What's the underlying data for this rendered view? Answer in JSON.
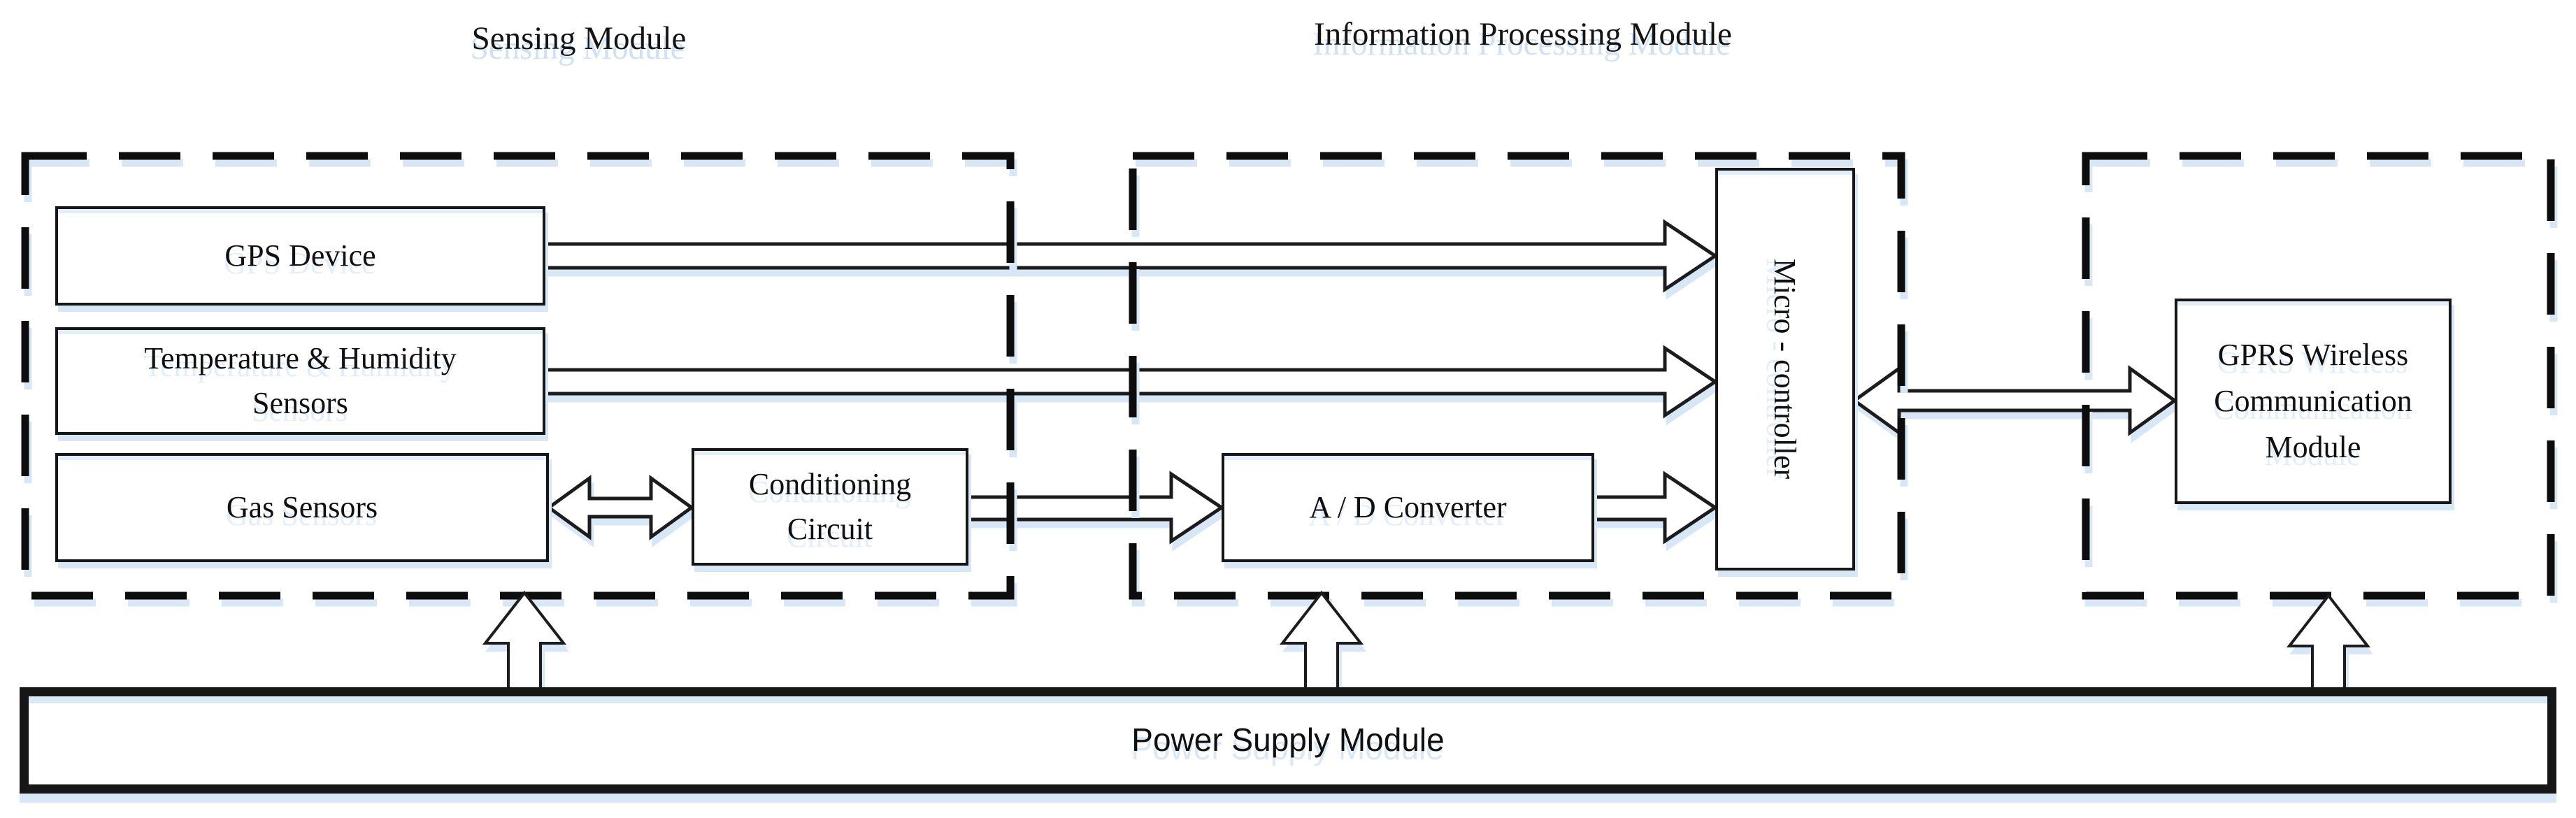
{
  "diagram": {
    "titles": {
      "sensing": "Sensing Module",
      "processing": "Information Processing Module"
    },
    "boxes": {
      "gps": {
        "label": "GPS Device"
      },
      "temp_humidity": {
        "lines": [
          "Temperature & Humidity",
          "Sensors"
        ]
      },
      "gas": {
        "label": "Gas Sensors"
      },
      "conditioning": {
        "lines": [
          "Conditioning",
          "Circuit"
        ]
      },
      "adc": {
        "label": "A / D  Converter"
      },
      "micro": {
        "label": "Micro - controller"
      },
      "gprs": {
        "lines": [
          "GPRS Wireless",
          "Communication",
          "Module"
        ]
      },
      "power": {
        "label": "Power Supply Module"
      }
    },
    "colors": {
      "line": "#161616",
      "shadow_blue": "#d8e7f6",
      "background": "#ffffff"
    }
  }
}
